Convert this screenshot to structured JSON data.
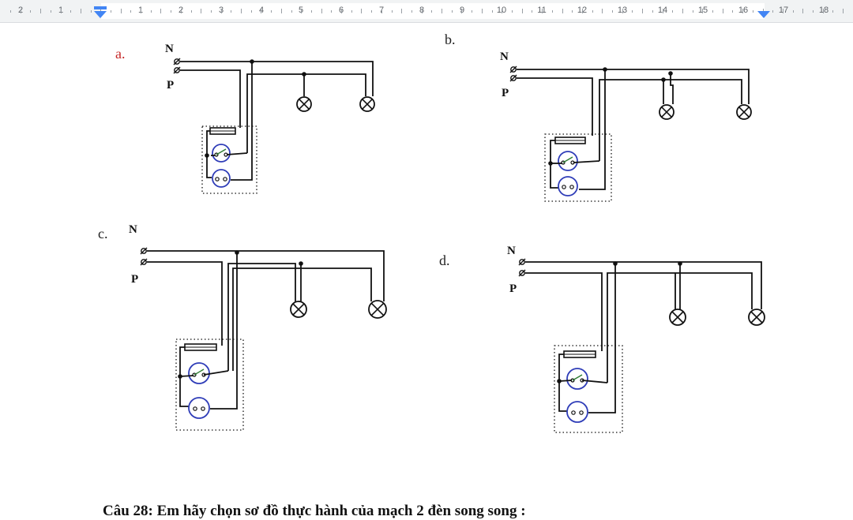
{
  "ruler": {
    "numbers": [
      "2",
      "1",
      "1",
      "2",
      "3",
      "4",
      "5",
      "6",
      "7",
      "8",
      "9",
      "10",
      "11",
      "12",
      "13",
      "14",
      "15",
      "16",
      "17",
      "18"
    ]
  },
  "diagrams": [
    {
      "id": "a",
      "label": "a.",
      "label_color": "#c62828",
      "neutral": "N",
      "phase": "P"
    },
    {
      "id": "b",
      "label": "b.",
      "label_color": "#222222",
      "neutral": "N",
      "phase": "P"
    },
    {
      "id": "c",
      "label": "c.",
      "label_color": "#222222",
      "neutral": "N",
      "phase": "P"
    },
    {
      "id": "d",
      "label": "d.",
      "label_color": "#222222",
      "neutral": "N",
      "phase": "P"
    }
  ],
  "question": {
    "text": "Câu 28: Em hãy chọn sơ đồ thực hành của mạch 2 đèn  song song :"
  },
  "colors": {
    "wire": "#111111",
    "socket": "#2f3db8",
    "switch_lever": "#2e7d32",
    "label_red": "#c62828"
  }
}
